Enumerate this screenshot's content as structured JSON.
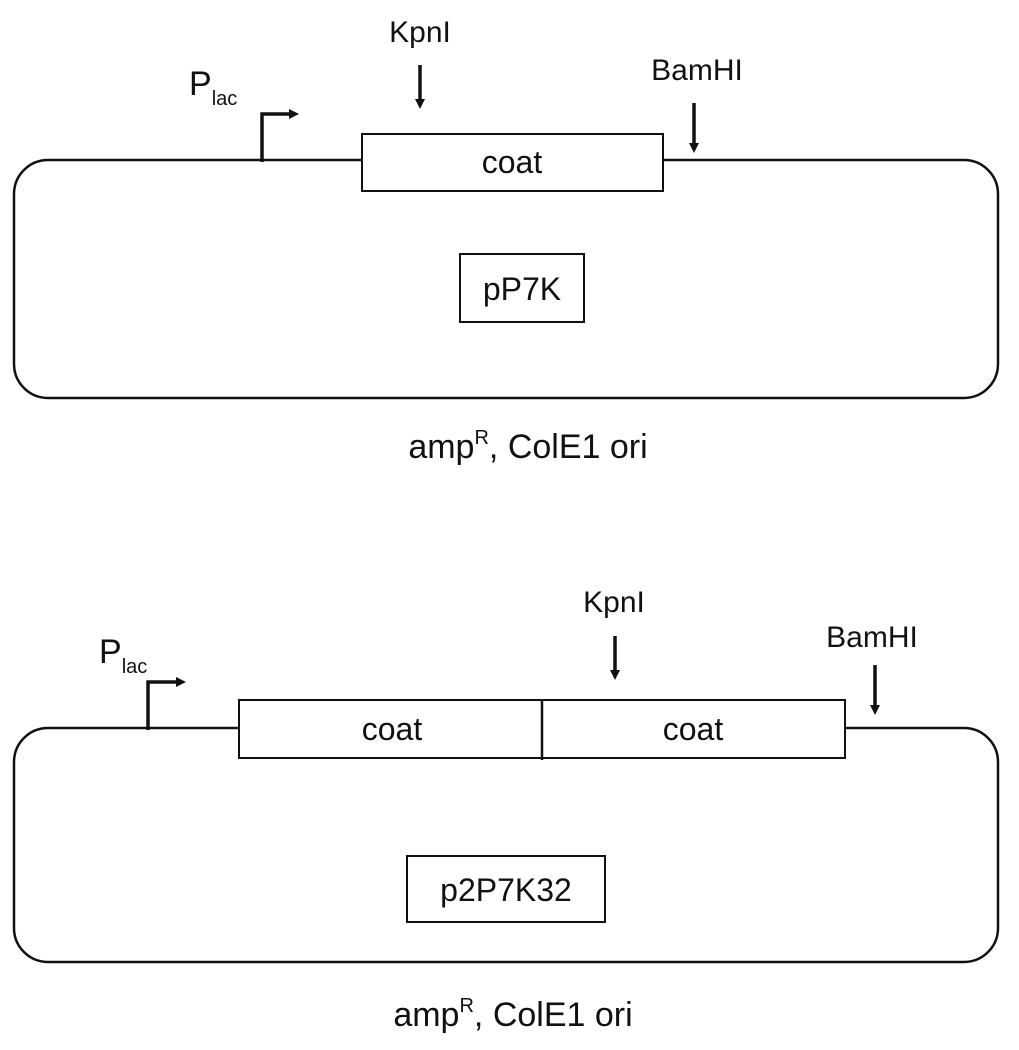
{
  "colors": {
    "stroke": "#111111",
    "background": "#ffffff"
  },
  "diagrams": [
    {
      "plasmid_name": "pP7K",
      "promoter": {
        "main": "P",
        "subscript": "lac"
      },
      "sites": [
        "KpnI",
        "BamHI"
      ],
      "genes": [
        "coat"
      ],
      "markers": {
        "prefix": "amp",
        "superscript": "R",
        "suffix": ", ColE1 ori"
      }
    },
    {
      "plasmid_name": "p2P7K32",
      "promoter": {
        "main": "P",
        "subscript": "lac"
      },
      "sites": [
        "KpnI",
        "BamHI"
      ],
      "genes": [
        "coat",
        "coat"
      ],
      "markers": {
        "prefix": "amp",
        "superscript": "R",
        "suffix": ", ColE1 ori"
      }
    }
  ]
}
